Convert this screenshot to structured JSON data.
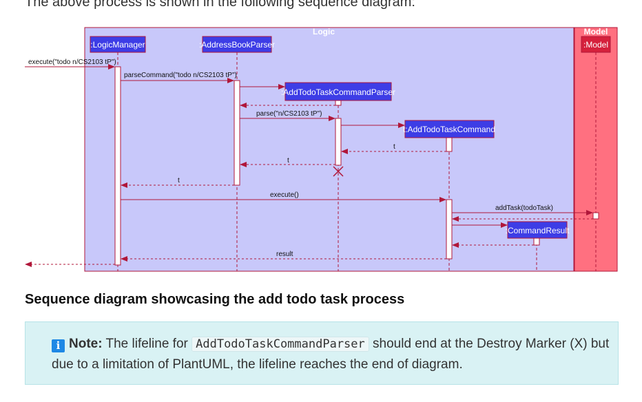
{
  "intro_text": "The above process is shown in the following sequence diagram:",
  "diagram": {
    "groups": [
      {
        "title": "Logic",
        "fill": "#c8c8fa",
        "stroke": "#b0173a"
      },
      {
        "title": "Model",
        "fill": "#ff7080",
        "stroke": "#b0173a"
      }
    ],
    "participants": [
      ":LogicManager",
      ":AddressBookParser",
      ":AddTodoTaskCommandParser",
      "t:AddTodoTaskCommand",
      ":CommandResult",
      ":Model"
    ],
    "messages": [
      "execute(\"todo n/CS2103 tP\")",
      "parseCommand(\"todo n/CS2103 tP\")",
      "parse(\"n/CS2103 tP\")",
      "t",
      "t",
      "t",
      "execute()",
      "addTask(todoTask)",
      "result"
    ],
    "colors": {
      "participant_fill": "#3d3de6",
      "participant_text": "#ffffff",
      "model_fill": "#d5213c",
      "arrow": "#b0173a",
      "lifeline": "#b0173a"
    }
  },
  "caption": "Sequence diagram showcasing the add todo task process",
  "note": {
    "icon": "i",
    "label": "Note:",
    "text_before": " The lifeline for ",
    "code": "AddTodoTaskCommandParser",
    "text_after": " should end at the Destroy Marker (X) but due to a limitation of PlantUML, the lifeline reaches the end of diagram."
  }
}
